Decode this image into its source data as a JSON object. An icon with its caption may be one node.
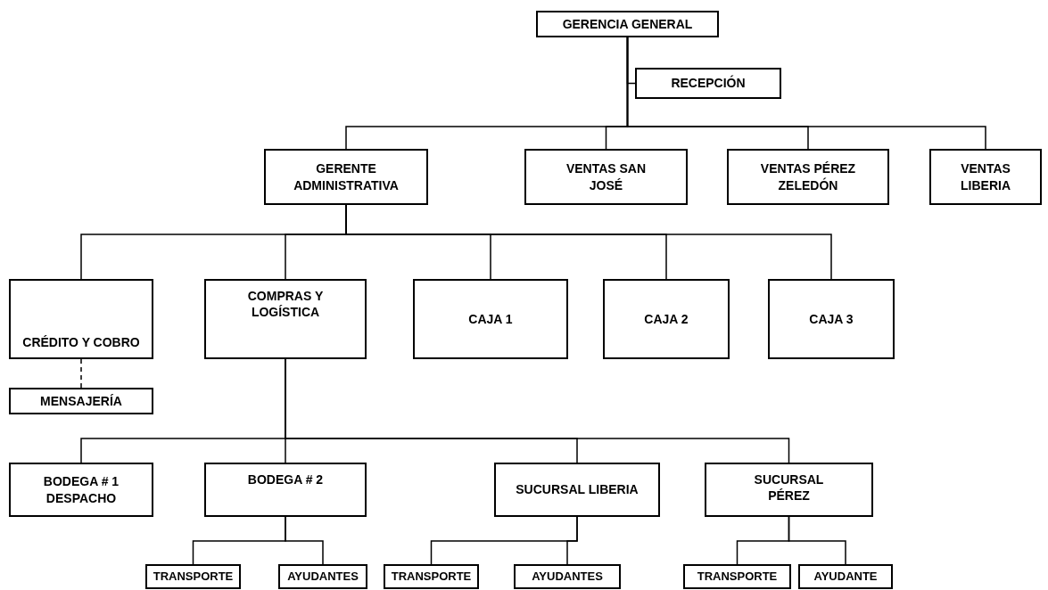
{
  "diagram": {
    "nodes": [
      {
        "text": [
          "GERENCIA GENERAL"
        ]
      },
      {
        "text": [
          "RECEPCIÓN"
        ]
      },
      {
        "text": [
          "GERENTE ADMINISTRATIVA"
        ]
      },
      {
        "text": [
          "VENTAS SAN JOSÉ"
        ]
      },
      {
        "text": [
          "VENTAS PÉREZ ZELEDÓN"
        ]
      },
      {
        "text": [
          "VENTAS LIBERIA"
        ]
      },
      {
        "text": [
          "CRÉDITO Y COBRO"
        ]
      },
      {
        "text": [
          "COMPRAS Y LOGÍSTICA"
        ]
      },
      {
        "text": [
          "CAJA 1"
        ]
      },
      {
        "text": [
          "CAJA 2"
        ]
      },
      {
        "text": [
          "CAJA 3"
        ]
      },
      {
        "text": [
          "MENSAJERÍA"
        ]
      },
      {
        "text": [
          "BODEGA # 1 DESPACHO"
        ]
      },
      {
        "text": [
          "BODEGA # 2"
        ]
      },
      {
        "text": [
          "SUCURSAL LIBERIA"
        ]
      },
      {
        "text": [
          "SUCURSAL PÉREZ"
        ]
      },
      {
        "text": [
          "TRANSPORTE"
        ]
      },
      {
        "text": [
          "AYUDANTES"
        ]
      },
      {
        "text": [
          "TRANSPORTE"
        ]
      },
      {
        "text": [
          "AYUDANTES"
        ]
      },
      {
        "text": [
          "TRANSPORTE"
        ]
      },
      {
        "text": [
          "AYUDANTE"
        ]
      }
    ],
    "edges": [
      {
        "from": 0,
        "to": 1,
        "arrow": "none"
      },
      {
        "from": 0,
        "to": 2,
        "arrow": "none"
      },
      {
        "from": 0,
        "to": 3,
        "arrow": "none"
      },
      {
        "from": 0,
        "to": 4,
        "arrow": "none"
      },
      {
        "from": 0,
        "to": 5,
        "arrow": "none"
      },
      {
        "from": 2,
        "to": 6,
        "arrow": "none"
      },
      {
        "from": 2,
        "to": 7,
        "arrow": "none"
      },
      {
        "from": 2,
        "to": 8,
        "arrow": "none"
      },
      {
        "from": 2,
        "to": 9,
        "arrow": "none"
      },
      {
        "from": 2,
        "to": 10,
        "arrow": "none"
      },
      {
        "from": 6,
        "to": 11,
        "arrow": "none",
        "style": "dashed"
      },
      {
        "from": 7,
        "to": 12,
        "arrow": "none"
      },
      {
        "from": 7,
        "to": 13,
        "arrow": "none"
      },
      {
        "from": 7,
        "to": 14,
        "arrow": "none"
      },
      {
        "from": 7,
        "to": 15,
        "arrow": "none"
      },
      {
        "from": 13,
        "to": 16,
        "arrow": "none"
      },
      {
        "from": 13,
        "to": 17,
        "arrow": "none"
      },
      {
        "from": 14,
        "to": 18,
        "arrow": "none"
      },
      {
        "from": 14,
        "to": 19,
        "arrow": "none"
      },
      {
        "from": 15,
        "to": 20,
        "arrow": "none"
      },
      {
        "from": 15,
        "to": 21,
        "arrow": "none"
      }
    ]
  }
}
